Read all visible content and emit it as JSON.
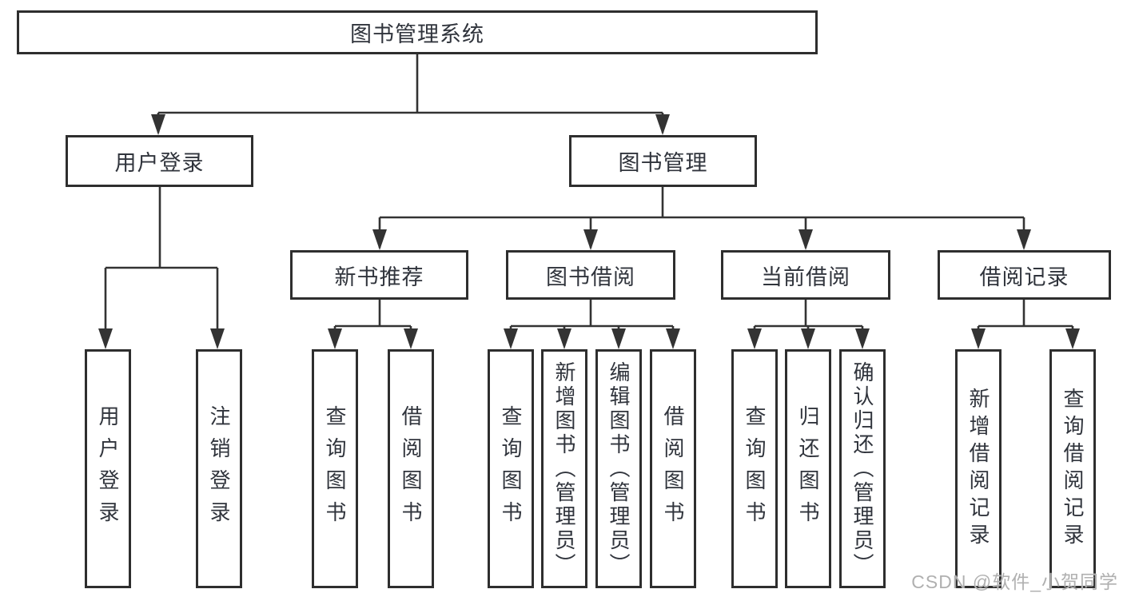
{
  "tree": {
    "label": "图书管理系统",
    "children": [
      {
        "label": "用户登录",
        "children": [
          {
            "label": "用户登录"
          },
          {
            "label": "注销登录"
          }
        ]
      },
      {
        "label": "图书管理",
        "children": [
          {
            "label": "新书推荐",
            "children": [
              {
                "label": "查询图书"
              },
              {
                "label": "借阅图书"
              }
            ]
          },
          {
            "label": "图书借阅",
            "children": [
              {
                "label": "查询图书"
              },
              {
                "label": "新增图书（管理员）"
              },
              {
                "label": "编辑图书（管理员）"
              },
              {
                "label": "借阅图书"
              }
            ]
          },
          {
            "label": "当前借阅",
            "children": [
              {
                "label": "查询图书"
              },
              {
                "label": "归还图书"
              },
              {
                "label": "确认归还（管理员）"
              }
            ]
          },
          {
            "label": "借阅记录",
            "children": [
              {
                "label": "新增借阅记录"
              },
              {
                "label": "查询借阅记录"
              }
            ]
          }
        ]
      }
    ]
  },
  "watermark": {
    "text": "CSDN @软件_小贺同学"
  },
  "colors": {
    "line": "#333333",
    "box_border": "#2e2e2e",
    "text": "#30343c",
    "watermark": "#b0b0b0",
    "background": "#ffffff"
  }
}
